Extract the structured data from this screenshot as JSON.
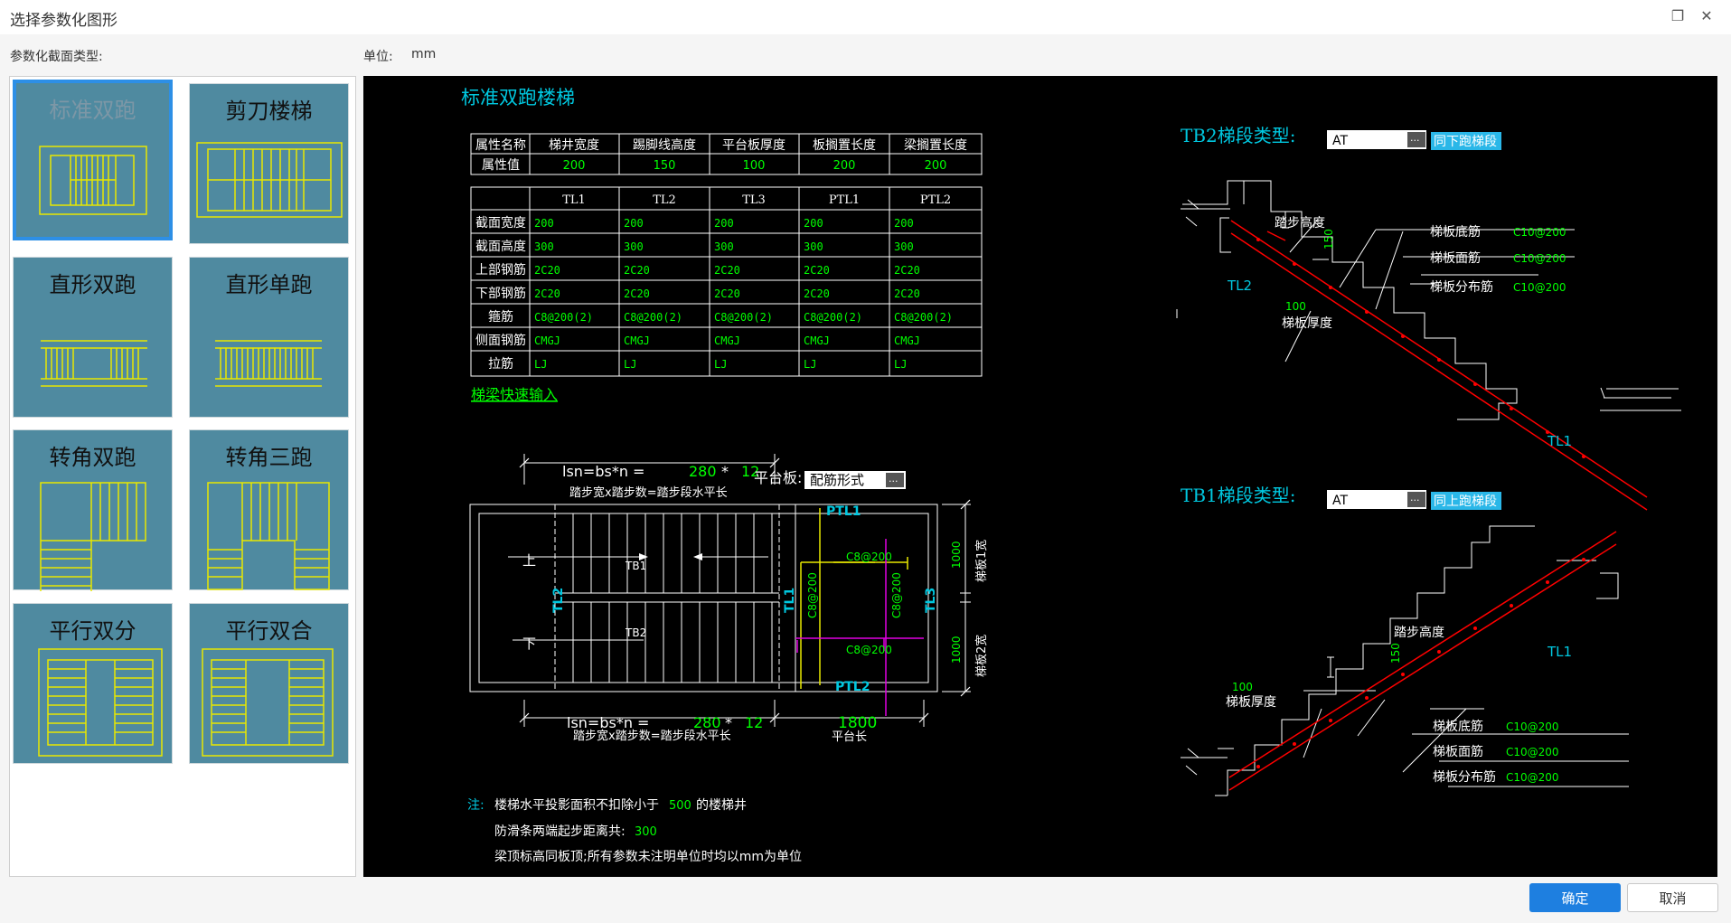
{
  "window": {
    "title": "选择参数化图形"
  },
  "labels": {
    "section_type": "参数化截面类型:",
    "unit_label": "单位:",
    "unit_value": "mm"
  },
  "thumbnails": [
    {
      "label": "标准双跑"
    },
    {
      "label": "剪刀楼梯"
    },
    {
      "label": "直形双跑"
    },
    {
      "label": "直形单跑"
    },
    {
      "label": "转角双跑"
    },
    {
      "label": "转角三跑"
    },
    {
      "label": "平行双分"
    },
    {
      "label": "平行双合"
    }
  ],
  "drawing": {
    "title": "标准双跑楼梯",
    "attr_table": {
      "headers": [
        "属性名称",
        "梯井宽度",
        "踢脚线高度",
        "平台板厚度",
        "板搁置长度",
        "梁搁置长度"
      ],
      "row_label": "属性值",
      "values": [
        "200",
        "150",
        "100",
        "200",
        "200"
      ]
    },
    "beam_table": {
      "headers": [
        "",
        "TL1",
        "TL2",
        "TL3",
        "PTL1",
        "PTL2"
      ],
      "rows": [
        {
          "label": "截面宽度",
          "values": [
            "200",
            "200",
            "200",
            "200",
            "200"
          ]
        },
        {
          "label": "截面高度",
          "values": [
            "300",
            "300",
            "300",
            "300",
            "300"
          ]
        },
        {
          "label": "上部钢筋",
          "values": [
            "2C20",
            "2C20",
            "2C20",
            "2C20",
            "2C20"
          ]
        },
        {
          "label": "下部钢筋",
          "values": [
            "2C20",
            "2C20",
            "2C20",
            "2C20",
            "2C20"
          ]
        },
        {
          "label": "箍筋",
          "values": [
            "C8@200(2)",
            "C8@200(2)",
            "C8@200(2)",
            "C8@200(2)",
            "C8@200(2)"
          ]
        },
        {
          "label": "侧面钢筋",
          "values": [
            "CMGJ",
            "CMGJ",
            "CMGJ",
            "CMGJ",
            "CMGJ"
          ]
        },
        {
          "label": "拉筋",
          "values": [
            "LJ",
            "LJ",
            "LJ",
            "LJ",
            "LJ"
          ]
        }
      ]
    },
    "quick_input": "梯梁快速输入",
    "plan": {
      "top_dim_prefix": "lsn=bs*n = ",
      "bs": "280",
      "times": "*",
      "n": "12",
      "dim_caption": "踏步宽x踏步数=踏步段水平长",
      "platform_label": "平台板:",
      "platform_value": "配筋形式",
      "more": "···",
      "up": "上",
      "down": "下",
      "tb1": "TB1",
      "tb2": "TB2",
      "tl2": "TL2",
      "tl1": "TL1",
      "tl3": "TL3",
      "ptl1": "PTL1",
      "ptl2": "PTL2",
      "rebar_a": "C8@200",
      "rebar_b": "C8@200",
      "rebar_c": "C8@200",
      "rebar_d": "C8@200",
      "platform_len": "1800",
      "platform_len_caption": "平台长",
      "w1": "1000",
      "w1_caption": "梯板1宽",
      "w2": "1000",
      "w2_caption": "梯板2宽"
    },
    "notes": {
      "prefix": "注:",
      "n1a": "楼梯水平投影面积不扣除小于",
      "n1v": "500",
      "n1b": "的楼梯井",
      "n2a": "防滑条两端起步距离共:",
      "n2v": "300",
      "n3": "梁顶标高同板顶;所有参数未注明单位时均以mm为单位"
    },
    "tb2": {
      "label": "TB2梯段类型:",
      "value": "AT",
      "more": "···",
      "tag": "同下跑梯段",
      "step_h": "踏步高度",
      "step_h_v": "150",
      "thick": "梯板厚度",
      "thick_v": "100",
      "bot": "梯板底筋",
      "bot_v": "C10@200",
      "top": "梯板面筋",
      "top_v": "C10@200",
      "dist": "梯板分布筋",
      "dist_v": "C10@200",
      "tl2": "TL2",
      "tl1": "TL1"
    },
    "tb1": {
      "label": "TB1梯段类型:",
      "value": "AT",
      "more": "···",
      "tag": "同上跑梯段",
      "step_h": "踏步高度",
      "step_h_v": "150",
      "thick": "梯板厚度",
      "thick_v": "100",
      "bot": "梯板底筋",
      "bot_v": "C10@200",
      "top": "梯板面筋",
      "top_v": "C10@200",
      "dist": "梯板分布筋",
      "dist_v": "C10@200",
      "tl1": "TL1"
    }
  },
  "buttons": {
    "ok": "确定",
    "cancel": "取消"
  },
  "colors": {
    "accent": "#1e7fe0",
    "cad_cyan": "#00c8e0",
    "cad_green": "#00ff00",
    "cad_yellow": "#e8e800",
    "cad_magenta": "#e000e0",
    "cad_red": "#ff0000",
    "thumb_bg": "#4f8aa0"
  }
}
